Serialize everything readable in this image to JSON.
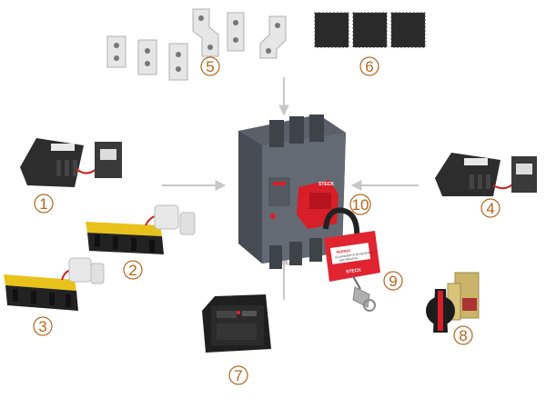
{
  "diagram": {
    "breaker": {
      "brand": "STECK",
      "padlock_brand": "STECK",
      "padlock_text": [
        "PERIGO",
        "EQUIPAMENTO BLOQUEADO",
        "NÃO REMOVA"
      ]
    },
    "accessories": [
      {
        "number": "1",
        "icon": "auxiliary-contact-block"
      },
      {
        "number": "2",
        "icon": "terminal-cover-with-contact"
      },
      {
        "number": "3",
        "icon": "terminal-cover-with-contact"
      },
      {
        "number": "4",
        "icon": "auxiliary-contact-block"
      },
      {
        "number": "5",
        "icon": "connection-plates"
      },
      {
        "number": "6",
        "icon": "phase-separators"
      },
      {
        "number": "7",
        "icon": "motor-operator"
      },
      {
        "number": "8",
        "icon": "rotary-handle"
      },
      {
        "number": "9",
        "icon": "padlock"
      },
      {
        "number": "10",
        "icon": "lockout-device"
      }
    ],
    "colors": {
      "label": "#b5651d",
      "arrow": "#c8c8c8",
      "breaker_body": "#5a5f68",
      "lockout_red": "#d81e28",
      "terminal_yellow": "#e8c21a"
    }
  }
}
